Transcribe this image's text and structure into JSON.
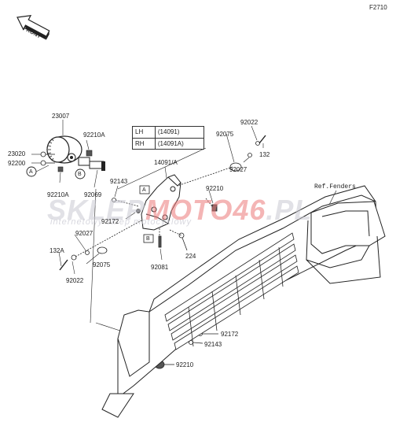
{
  "figure_code": "F2710",
  "front_arrow_label": "FRONT",
  "watermark": {
    "part1": "SKLEP",
    "part2": "MOTO46",
    "part3": ".PL",
    "sub": "internetowy sklep motocyklowy"
  },
  "ref_table": {
    "rows": [
      {
        "side": "LH",
        "code": "(14091)"
      },
      {
        "side": "RH",
        "code": "(14091A)"
      }
    ]
  },
  "ref_fenders": "Ref.Fenders",
  "parts": {
    "p23007": "23007",
    "p92210A_top": "92210A",
    "p23020": "23020",
    "p92200": "92200",
    "p92210A_bottom": "92210A",
    "p92069": "92069",
    "pA_left": "A",
    "pB_left": "B",
    "p14091A": "14091/A",
    "p92143_top": "92143",
    "pA_mid": "A",
    "p92172_top": "92172",
    "pB_mid": "B",
    "p92027_left": "92027",
    "p132A": "132A",
    "p92075_left": "92075",
    "p92022_left": "92022",
    "p92081": "92081",
    "p224": "224",
    "p92075_right": "92075",
    "p92022_right": "92022",
    "p92027_right": "92027",
    "p132": "132",
    "p92210_mid": "92210",
    "p92172_bottom": "92172",
    "p92143_bottom": "92143",
    "p92210_bottom": "92210"
  }
}
